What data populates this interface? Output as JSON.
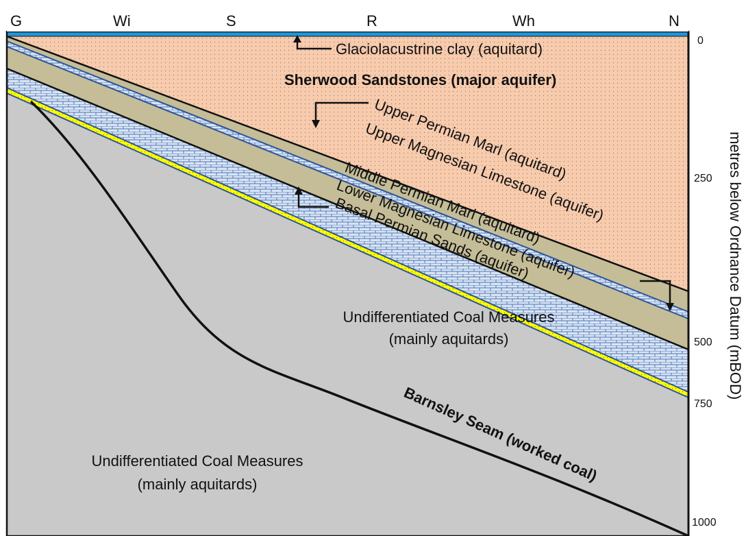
{
  "locations": [
    "G",
    "Wi",
    "S",
    "R",
    "Wh",
    "N"
  ],
  "depth_axis": {
    "title": "metres below Ordnance Datum (mBOD)",
    "ticks": [
      "0",
      "250",
      "500",
      "750",
      "1000"
    ]
  },
  "labels": {
    "glaciolacustrine": "Glaciolacustrine clay (aquitard)",
    "sherwood": "Sherwood Sandstones (major aquifer)",
    "upper_marl": "Upper Permian Marl (aquitard)",
    "upper_limestone": "Upper Magnesian Limestone (aquifer)",
    "middle_marl": "Middle Permian Marl (aquitard)",
    "lower_limestone": "Lower Magnesian Limestone (aquifer)",
    "basal_sands": "Basal Permian Sands (aquifer)",
    "coal_right": "Undifferentiated Coal Measures",
    "coal_right_sub": "(mainly aquitards)",
    "coal_left": "Undifferentiated Coal Measures",
    "coal_left_sub": "(mainly aquitards)",
    "barnsley": "Barnsley Seam (worked coal)"
  },
  "colors": {
    "sandstone": "#f8cbad",
    "marl": "#c4bd97",
    "limestone": "#dae3f3",
    "basal_sand": "#ffff00",
    "coal_measures": "#c9c9c9",
    "clay": "#2196d8"
  }
}
